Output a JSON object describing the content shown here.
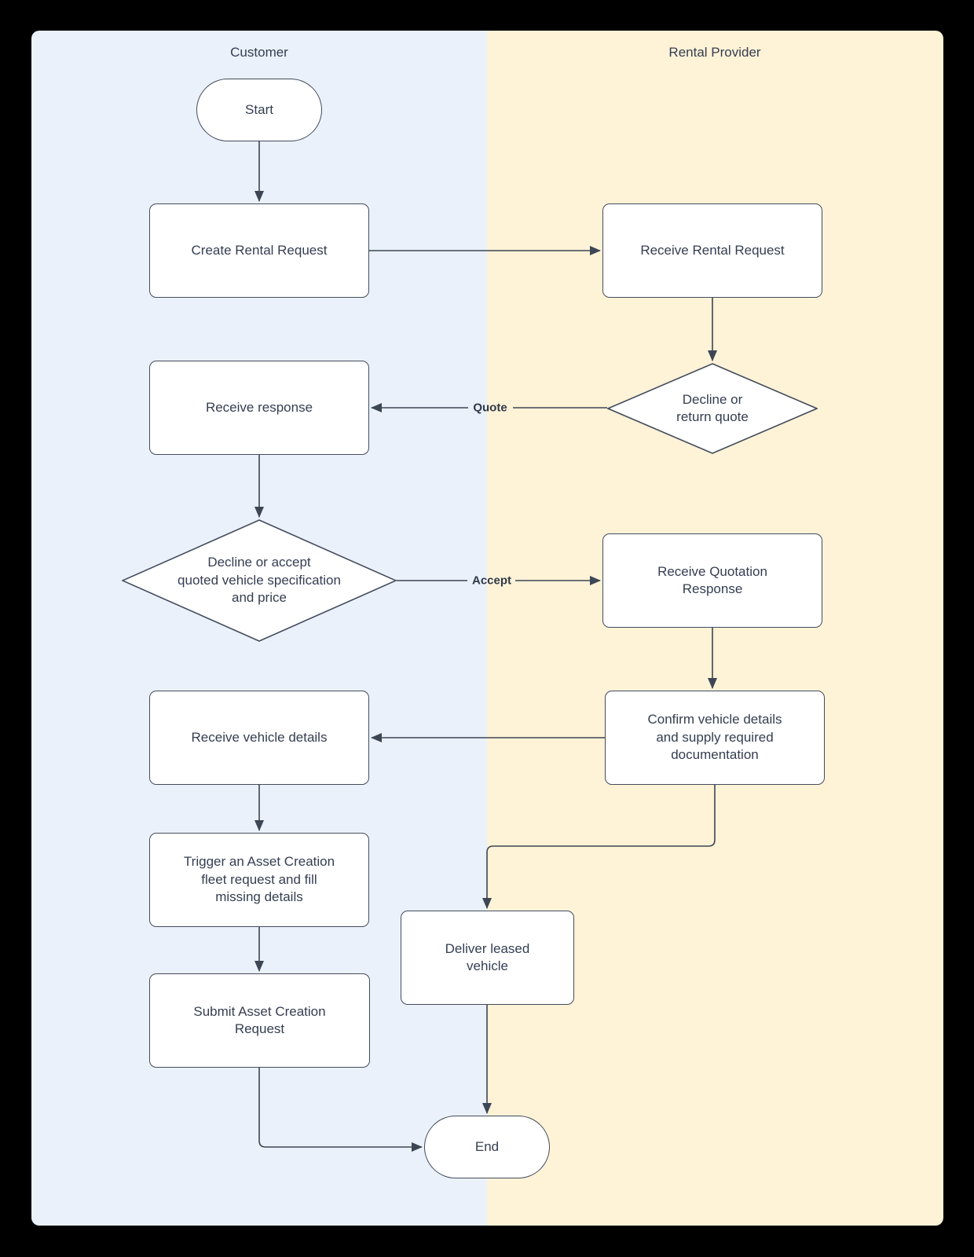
{
  "diagram": {
    "lanes": [
      {
        "title": "Customer"
      },
      {
        "title": "Rental Provider"
      }
    ],
    "nodes": {
      "start": {
        "label": "Start",
        "type": "terminator"
      },
      "create_rental_request": {
        "label": "Create Rental Request",
        "type": "process"
      },
      "receive_rental_request": {
        "label": "Receive Rental Request",
        "type": "process"
      },
      "decline_or_return_quote": {
        "label": "Decline or\nreturn quote",
        "type": "decision"
      },
      "receive_response": {
        "label": "Receive response",
        "type": "process"
      },
      "decline_or_accept": {
        "label": "Decline or accept\nquoted vehicle specification\nand price",
        "type": "decision"
      },
      "receive_quotation_response": {
        "label": "Receive Quotation\nResponse",
        "type": "process"
      },
      "confirm_vehicle_details": {
        "label": "Confirm vehicle details\nand supply required\ndocumentation",
        "type": "process"
      },
      "receive_vehicle_details": {
        "label": "Receive vehicle details",
        "type": "process"
      },
      "trigger_asset_creation": {
        "label": "Trigger an Asset Creation\nfleet request and fill\nmissing details",
        "type": "process"
      },
      "deliver_leased_vehicle": {
        "label": "Deliver leased\nvehicle",
        "type": "process"
      },
      "submit_asset_creation": {
        "label": "Submit Asset Creation\nRequest",
        "type": "process"
      },
      "end": {
        "label": "End",
        "type": "terminator"
      }
    },
    "edge_labels": {
      "quote": "Quote",
      "accept": "Accept"
    },
    "colors": {
      "page_background": "#000000",
      "customer_lane": "#eaf1fb",
      "provider_lane": "#fef2d7",
      "shape_fill": "#ffffff",
      "stroke": "#434c5c",
      "text": "#343e51"
    }
  }
}
